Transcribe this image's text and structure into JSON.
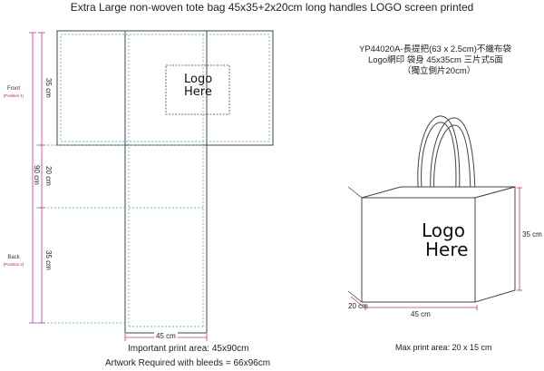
{
  "title": "Extra Large non-woven tote bag 45x35+2x20cm long handles LOGO screen printed",
  "left_labels": {
    "front": "Front",
    "front_position": "(Position 1)",
    "back": "Back",
    "back_position": "(Position 2)"
  },
  "template_dims": {
    "front_height": "35 cm",
    "bottom_height": "20 cm",
    "back_height": "35 cm",
    "total_height": "90 cm",
    "width": "45 cm"
  },
  "logo_flat": {
    "line1": "Logo",
    "line2": "Here"
  },
  "product": {
    "code_line": "YP44020A-長提把(63 x 2.5cm)不織布袋",
    "spec_line": "Logo網印    袋身 45x35cm 三片式5面",
    "side_line": "（獨立側片20cm）"
  },
  "bag": {
    "logo_line1": "Logo",
    "logo_line2": "Here",
    "height": "35 cm",
    "depth": "20 cm",
    "width": "45 cm"
  },
  "notes": {
    "print_area": "Important print area: 45x90cm",
    "bleeds": "Artwork Required with bleeds = 66x96cm",
    "max_print": "Max print area: 20 x 15 cm"
  },
  "colors": {
    "outline": "#444444",
    "cyan_dashed": "#3aa8c8",
    "dimension": "#d0308a"
  }
}
